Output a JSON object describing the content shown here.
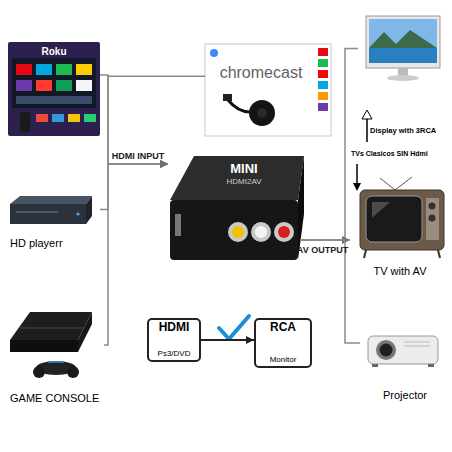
{
  "diagram": {
    "nodes": [
      {
        "text": [
          "Roku"
        ]
      },
      {
        "text": [
          "chromecast"
        ]
      },
      {
        "text": [
          "Display with 3RCA"
        ]
      },
      {
        "text": [
          "MINI",
          "HDMI2AV"
        ]
      },
      {
        "text": [
          "HD playerr"
        ]
      },
      {
        "text": [
          "TV with AV"
        ]
      },
      {
        "text": [
          "HDMI",
          "Ps3/DVD"
        ]
      },
      {
        "text": [
          "RCA",
          "Monitor"
        ]
      },
      {
        "text": [
          "GAME CONSOLE"
        ]
      },
      {
        "text": [
          "Projector"
        ]
      }
    ],
    "edges": [
      {
        "from": 0,
        "to": 3,
        "arrow": "to"
      },
      {
        "from": 1,
        "to": 3,
        "arrow": "to"
      },
      {
        "from": 4,
        "to": 3,
        "arrow": "to",
        "label": "HDMI INPUT"
      },
      {
        "from": 8,
        "to": 3,
        "arrow": "to"
      },
      {
        "from": 3,
        "to": 2,
        "arrow": "none"
      },
      {
        "from": 3,
        "to": 5,
        "arrow": "to",
        "label": "AV OUTPUT"
      },
      {
        "from": 3,
        "to": 9,
        "arrow": "none"
      },
      {
        "from": 6,
        "to": 7,
        "arrow": "to"
      }
    ],
    "labels": [
      "TVs Clasicos SIN Hdmi"
    ]
  }
}
